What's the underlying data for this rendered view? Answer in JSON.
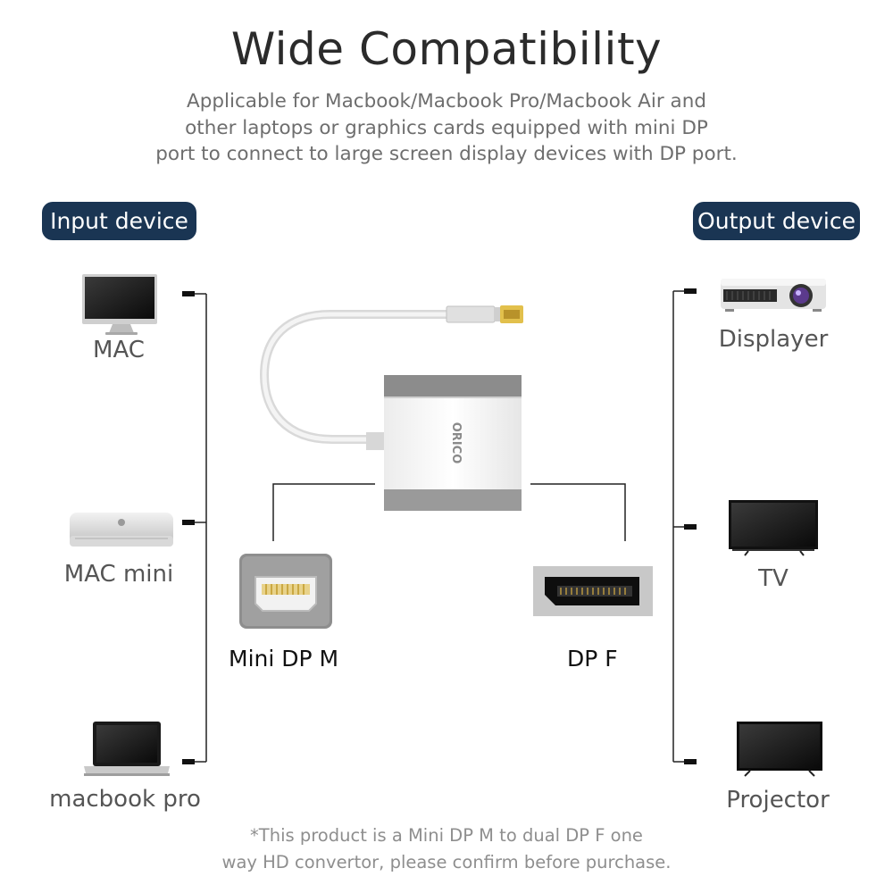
{
  "title": "Wide Compatibility",
  "subtitle": [
    "Applicable for  Macbook/Macbook Pro/Macbook Air and",
    "other laptops or graphics cards equipped with mini DP",
    "port to connect to large screen display devices with DP port."
  ],
  "input_header": "Input device",
  "output_header": "Output device",
  "inputs": [
    {
      "label": "MAC",
      "icon": "imac-icon"
    },
    {
      "label": "MAC mini",
      "icon": "mac-mini-icon"
    },
    {
      "label": "macbook pro",
      "icon": "macbook-icon"
    }
  ],
  "outputs": [
    {
      "label": "Displayer",
      "icon": "projector-icon"
    },
    {
      "label": "TV",
      "icon": "tv-icon"
    },
    {
      "label": "Projector",
      "icon": "monitor-icon"
    }
  ],
  "adapter": {
    "brand": "ORICO"
  },
  "connectors": {
    "input": "Mini DP M",
    "output": "DP F"
  },
  "footnote": [
    "*This product is a Mini DP M to dual DP F one",
    "way HD convertor, please confirm before purchase."
  ],
  "colors": {
    "header_bg": "#1a3553",
    "line": "#222222",
    "text_gray": "#6e6e6e"
  }
}
